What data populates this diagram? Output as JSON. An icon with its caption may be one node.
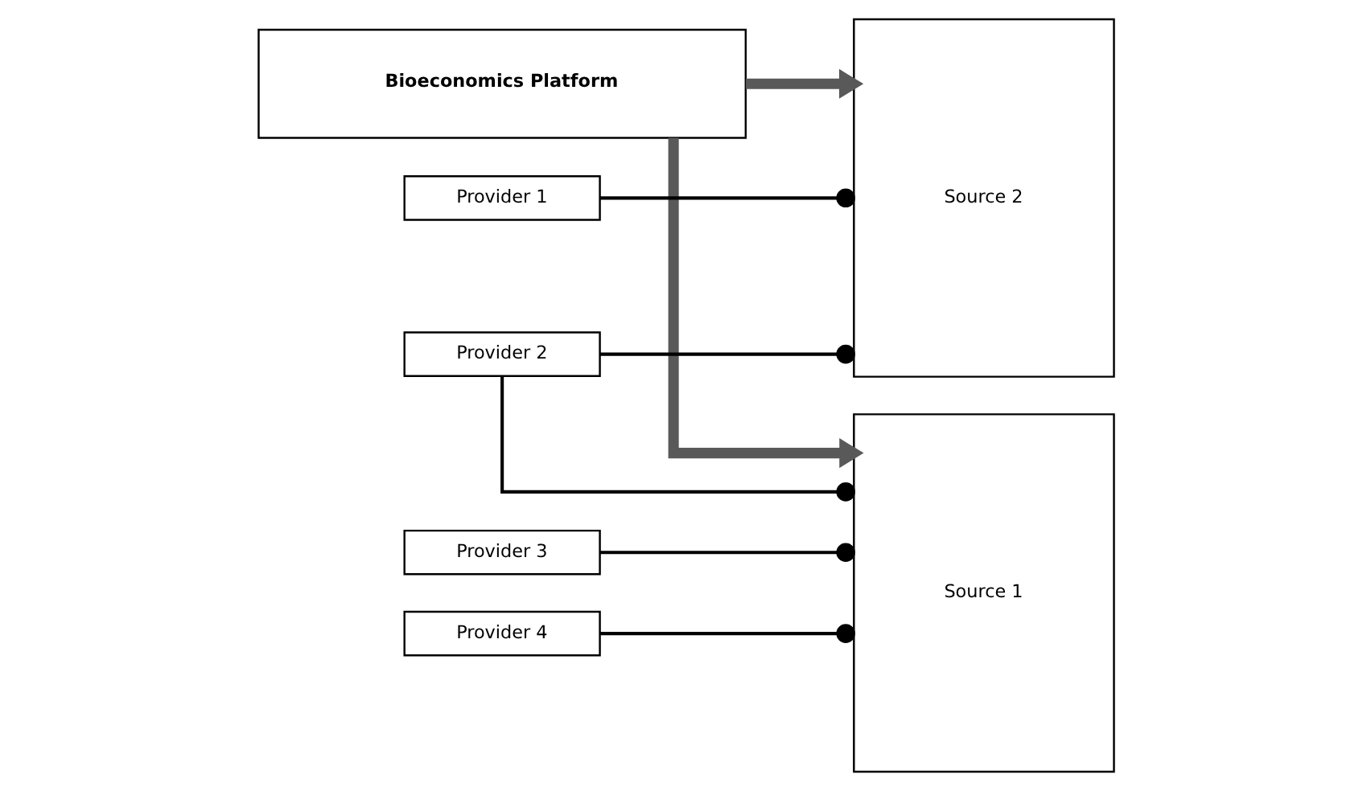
{
  "diagram": {
    "nodes": [
      {
        "text": [
          "Source 1"
        ]
      },
      {
        "text": [
          "Source 2"
        ]
      },
      {
        "text": [
          "Provider 1"
        ]
      },
      {
        "text": [
          "Provider 2"
        ]
      },
      {
        "text": [
          "Provider 3"
        ]
      },
      {
        "text": [
          "Provider 4"
        ]
      },
      {
        "text": [
          "Bioeconomics Platform"
        ]
      }
    ],
    "edges": [
      {
        "from": 2,
        "to": 1,
        "arrow": "other"
      },
      {
        "from": 3,
        "to": 0,
        "arrow": "other"
      },
      {
        "from": 3,
        "to": 1,
        "arrow": "other"
      },
      {
        "from": 4,
        "to": 0,
        "arrow": "other"
      },
      {
        "from": 5,
        "to": 0,
        "arrow": "other"
      },
      {
        "from": 6,
        "to": 0,
        "arrow": "to",
        "style": "thick",
        "color": "#595959"
      },
      {
        "from": 6,
        "to": 1,
        "arrow": "to",
        "style": "thick",
        "color": "#595959"
      }
    ]
  }
}
